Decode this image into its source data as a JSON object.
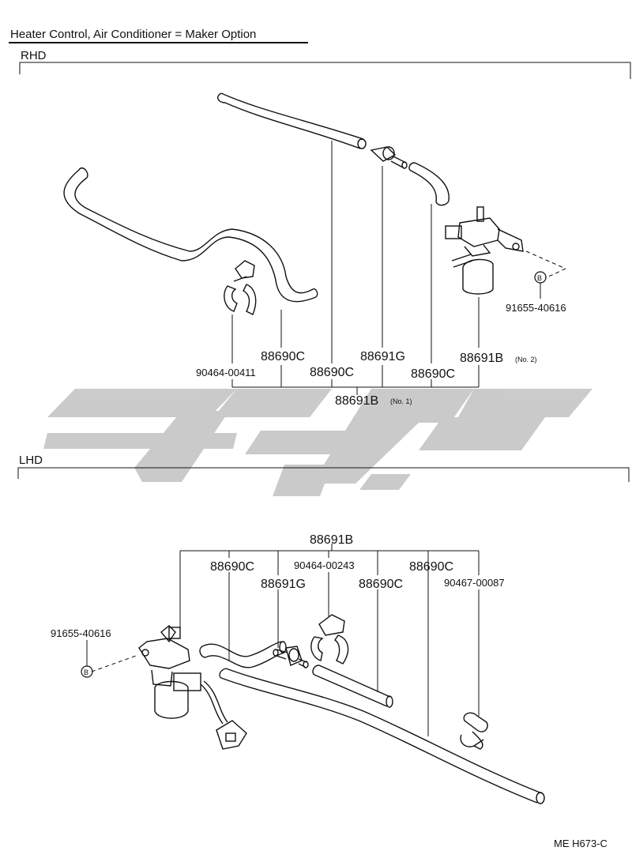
{
  "header": {
    "title": "Heater Control, Air Conditioner = Maker Option"
  },
  "rhd": {
    "section_label": "RHD",
    "parts": {
      "p_88690C_a": "88690C",
      "p_88691G": "88691G",
      "p_88691B_no2": "88691B",
      "p_88691B_no2_note": "(No. 2)",
      "p_90464_00411": "90464-00411",
      "p_88690C_b": "88690C",
      "p_88690C_c": "88690C",
      "p_88691B_no1": "88691B",
      "p_88691B_no1_note": "(No. 1)",
      "p_91655_40616": "91655-40616",
      "callout_B": "B"
    }
  },
  "lhd": {
    "section_label": "LHD",
    "parts": {
      "p_88691B": "88691B",
      "p_88690C_a": "88690C",
      "p_90464_00243": "90464-00243",
      "p_88690C_b": "88690C",
      "p_88691G": "88691G",
      "p_88690C_c": "88690C",
      "p_90467_00087": "90467-00087",
      "p_91655_40616": "91655-40616",
      "callout_B": "B"
    }
  },
  "watermark": {
    "color": "#c8c8c8"
  },
  "footer": {
    "code": "ME  H673-C"
  }
}
